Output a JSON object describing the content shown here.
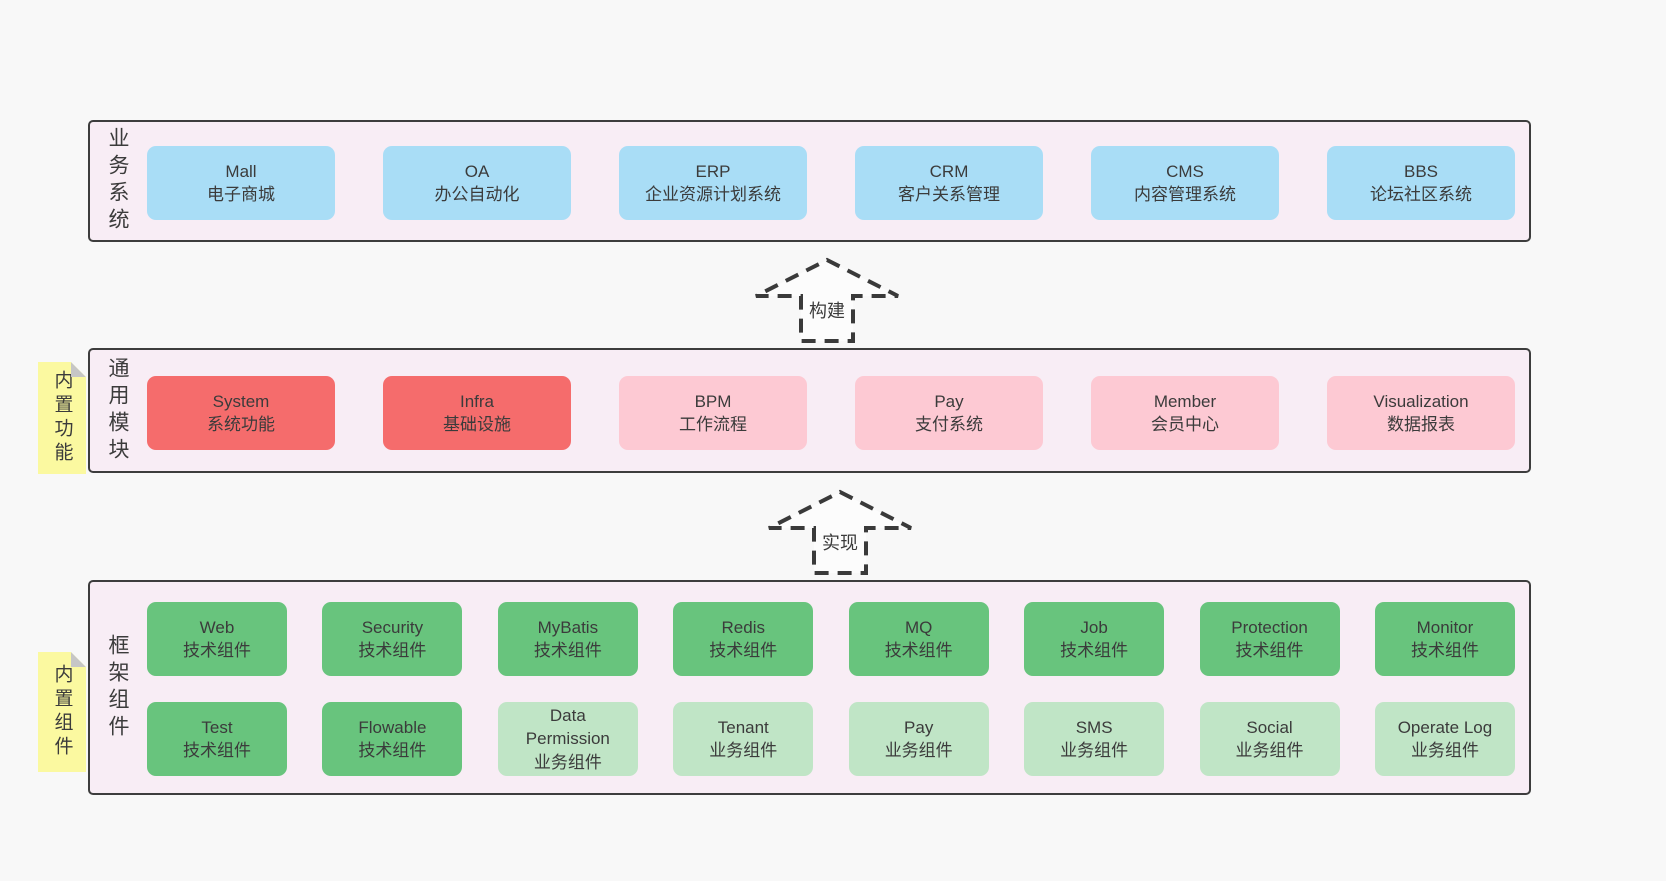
{
  "colors": {
    "page_bg": "#f8f8f8",
    "section_bg": "#f8edf5",
    "section_border": "#3d3d3d",
    "blue": "#a9ddf6",
    "red": "#f56c6c",
    "pink": "#fdc9d3",
    "green": "#68c47d",
    "light_green": "#c0e5c6",
    "sticky_yellow": "#fbf9a0",
    "text": "#3b3b3b"
  },
  "arrows": [
    {
      "label": "构建"
    },
    {
      "label": "实现"
    }
  ],
  "sections": [
    {
      "label": "业务系统",
      "boxes": [
        {
          "en": "Mall",
          "zh": "电子商城"
        },
        {
          "en": "OA",
          "zh": "办公自动化"
        },
        {
          "en": "ERP",
          "zh": "企业资源计划系统"
        },
        {
          "en": "CRM",
          "zh": "客户关系管理"
        },
        {
          "en": "CMS",
          "zh": "内容管理系统"
        },
        {
          "en": "BBS",
          "zh": "论坛社区系统"
        }
      ]
    },
    {
      "label": "通用模块",
      "sticky": "内置功能",
      "boxes": [
        {
          "en": "System",
          "zh": "系统功能"
        },
        {
          "en": "Infra",
          "zh": "基础设施"
        },
        {
          "en": "BPM",
          "zh": "工作流程"
        },
        {
          "en": "Pay",
          "zh": "支付系统"
        },
        {
          "en": "Member",
          "zh": "会员中心"
        },
        {
          "en": "Visualization",
          "zh": "数据报表"
        }
      ]
    },
    {
      "label": "框架组件",
      "sticky": "内置组件",
      "rows": [
        [
          {
            "en": "Web",
            "zh": "技术组件"
          },
          {
            "en": "Security",
            "zh": "技术组件"
          },
          {
            "en": "MyBatis",
            "zh": "技术组件"
          },
          {
            "en": "Redis",
            "zh": "技术组件"
          },
          {
            "en": "MQ",
            "zh": "技术组件"
          },
          {
            "en": "Job",
            "zh": "技术组件"
          },
          {
            "en": "Protection",
            "zh": "技术组件"
          },
          {
            "en": "Monitor",
            "zh": "技术组件"
          }
        ],
        [
          {
            "en": "Test",
            "zh": "技术组件"
          },
          {
            "en": "Flowable",
            "zh": "技术组件"
          },
          {
            "en": "Data Permission",
            "zh": "业务组件"
          },
          {
            "en": "Tenant",
            "zh": "业务组件"
          },
          {
            "en": "Pay",
            "zh": "业务组件"
          },
          {
            "en": "SMS",
            "zh": "业务组件"
          },
          {
            "en": "Social",
            "zh": "业务组件"
          },
          {
            "en": "Operate Log",
            "zh": "业务组件"
          }
        ]
      ]
    }
  ]
}
